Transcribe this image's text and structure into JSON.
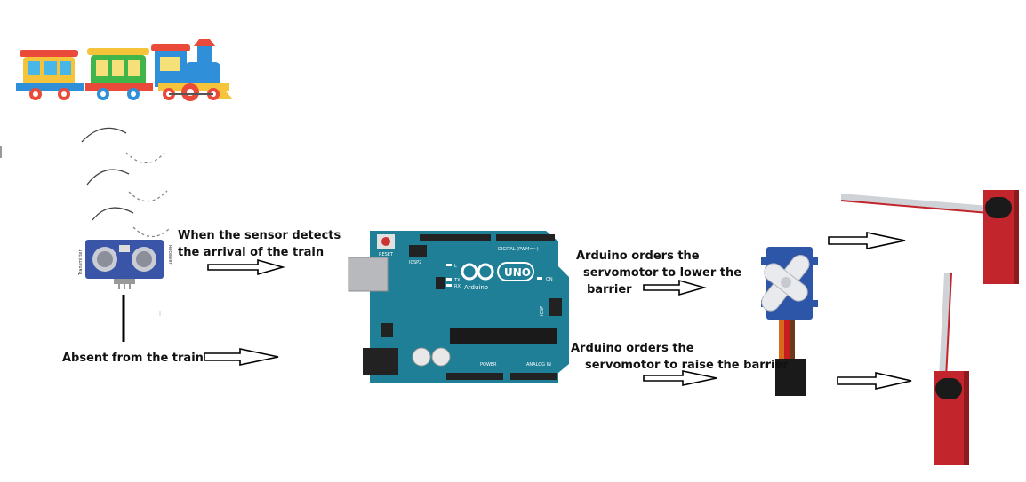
{
  "labels": {
    "sensor_detects_line1": "When the sensor detects",
    "sensor_detects_line2": "the arrival of the train",
    "absent": "Absent from the train",
    "lower_line1": "Arduino  orders the",
    "lower_line2": "servomotor to lower the",
    "lower_line3": "barrier",
    "raise_line1": "Arduino  orders the",
    "raise_line2": "servomotor to raise the barrier"
  },
  "board": {
    "reset": "RESET",
    "icsp2": "ICSP2",
    "brand": "UNO",
    "maker": "Arduino",
    "digital": "DIGITAL (PWM=~)",
    "analog": "ANALOG IN",
    "power": "POWER",
    "on": "ON",
    "pin_l": "L",
    "pin_tx": "TX",
    "pin_rx": "RX",
    "icsp": "ICSP"
  },
  "sensor": {
    "transmitter": "Transmitter",
    "receiver": "Receiver"
  },
  "colors": {
    "board": "#1f7f96",
    "barrier_post": "#c2252b",
    "arrow_stroke": "#000000"
  }
}
